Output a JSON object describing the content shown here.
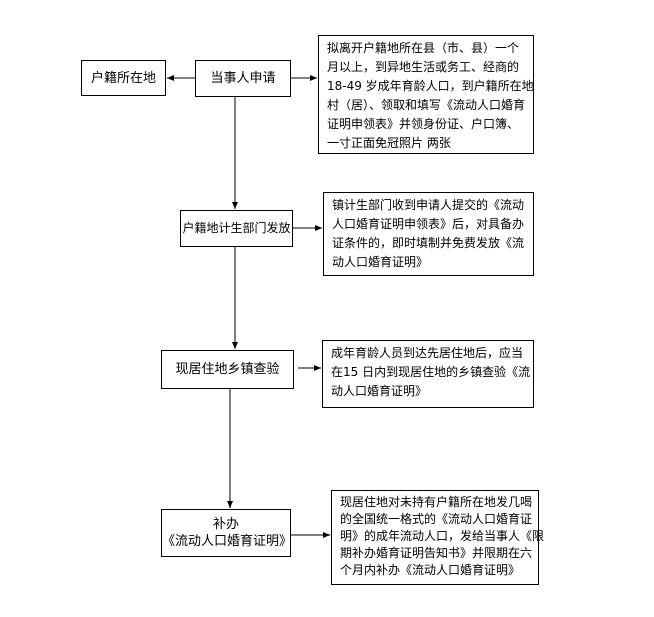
{
  "diagram": {
    "nodes": {
      "hukou_location": "户籍所在地",
      "applicant_apply": "当事人申请",
      "hukou_issue": "户籍地计生部门发放",
      "residence_check": "现居住地乡镇查验",
      "reissue_line1": "补办",
      "reissue_line2": "《流动人口婚育证明》"
    },
    "notes": {
      "apply_note": [
        "拟离开户籍地所在县（市、县）一个",
        "月以上，到异地生活或务工、经商的",
        "18-49 岁成年育龄人口，到户籍所在地",
        "村（居）、领取和填写《流动人口婚育",
        "证明申领表》并领身份证、户口簿、",
        "一寸正面免冠照片 两张"
      ],
      "issue_note": [
        "镇计生部门收到申请人提交的《流动",
        "人口婚育证明申领表》后，对具备办",
        "证条件的，即时填制并免费发放《流",
        "动人口婚育证明》"
      ],
      "check_note": [
        "成年育龄人员到达先居住地后，应当",
        "在15 日内到现居住地的乡镇查验《流",
        "动人口婚育证明》"
      ],
      "reissue_note": [
        "现居住地对未持有户籍所在地发几喝",
        "的全国统一格式的《流动人口婚育证",
        "明》的成年流动人口，发给当事人《限",
        "期补办婚育证明告知书》并限期在六",
        "个月内补办《流动人口婚育证明》"
      ]
    },
    "line_color": "#000000",
    "secondary_line_color": "#555555"
  }
}
